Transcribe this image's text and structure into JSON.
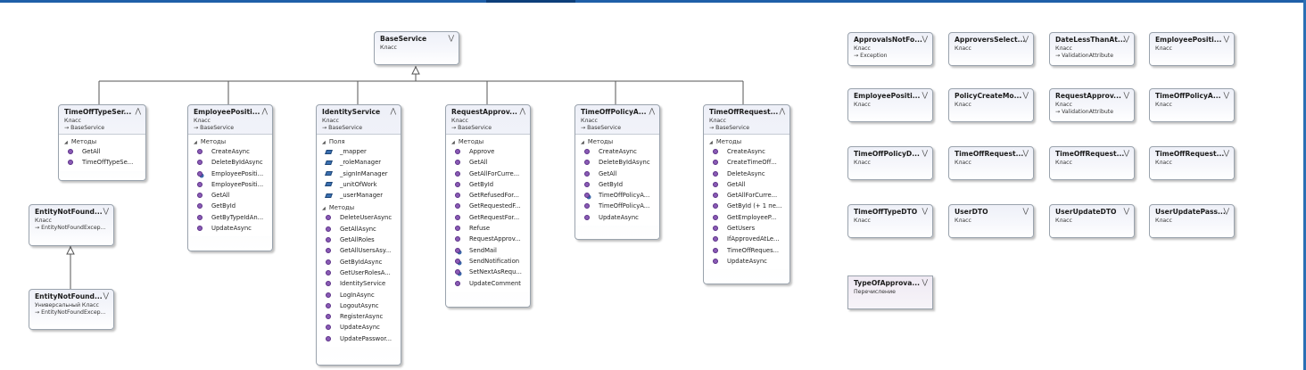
{
  "colors": {
    "accent": "#1f5fa8",
    "method_icon": "#8a5bb5",
    "field_icon": "#3a6fb0"
  },
  "icons": {
    "collapse": "chevron-double-up-icon",
    "expand": "chevron-double-down-icon",
    "method": "method-icon",
    "field": "field-icon"
  },
  "classes": {
    "base_service": {
      "title": "BaseService",
      "kind": "Класс"
    },
    "time_off_type_service": {
      "title": "TimeOffTypeSer...",
      "kind": "Класс",
      "base": "BaseService",
      "sections": [
        {
          "label": "Методы",
          "members": [
            {
              "name": "GetAll",
              "icon": "method"
            },
            {
              "name": "TimeOffTypeSe...",
              "icon": "method"
            }
          ]
        }
      ]
    },
    "employee_position_service": {
      "title": "EmployeePositi...",
      "kind": "Класс",
      "base": "BaseService",
      "sections": [
        {
          "label": "Методы",
          "members": [
            {
              "name": "CreateAsync",
              "icon": "method"
            },
            {
              "name": "DeleteByIdAsync",
              "icon": "method"
            },
            {
              "name": "EmployeePositi...",
              "icon": "method-protected"
            },
            {
              "name": "EmployeePositi...",
              "icon": "method"
            },
            {
              "name": "GetAll",
              "icon": "method"
            },
            {
              "name": "GetById",
              "icon": "method"
            },
            {
              "name": "GetByTypeIdAn...",
              "icon": "method"
            },
            {
              "name": "UpdateAsync",
              "icon": "method"
            }
          ]
        }
      ]
    },
    "identity_service": {
      "title": "IdentityService",
      "kind": "Класс",
      "base": "BaseService",
      "sections": [
        {
          "label": "Поля",
          "members": [
            {
              "name": "_mapper",
              "icon": "field"
            },
            {
              "name": "_roleManager",
              "icon": "field"
            },
            {
              "name": "_signInManager",
              "icon": "field"
            },
            {
              "name": "_unitOfWork",
              "icon": "field"
            },
            {
              "name": "_userManager",
              "icon": "field"
            }
          ]
        },
        {
          "label": "Методы",
          "members": [
            {
              "name": "DeleteUserAsync",
              "icon": "method"
            },
            {
              "name": "GetAllAsync",
              "icon": "method"
            },
            {
              "name": "GetAllRoles",
              "icon": "method"
            },
            {
              "name": "GetAllUsersAsy...",
              "icon": "method"
            },
            {
              "name": "GetByIdAsync",
              "icon": "method"
            },
            {
              "name": "GetUserRolesA...",
              "icon": "method"
            },
            {
              "name": "IdentityService",
              "icon": "method"
            },
            {
              "name": "LogInAsync",
              "icon": "method"
            },
            {
              "name": "LogoutAsync",
              "icon": "method"
            },
            {
              "name": "RegisterAsync",
              "icon": "method"
            },
            {
              "name": "UpdateAsync",
              "icon": "method"
            },
            {
              "name": "UpdatePasswor...",
              "icon": "method"
            }
          ]
        }
      ]
    },
    "request_approval_service": {
      "title": "RequestApprov...",
      "kind": "Класс",
      "base": "BaseService",
      "sections": [
        {
          "label": "Методы",
          "members": [
            {
              "name": "Approve",
              "icon": "method"
            },
            {
              "name": "GetAll",
              "icon": "method"
            },
            {
              "name": "GetAllForCurre...",
              "icon": "method"
            },
            {
              "name": "GetById",
              "icon": "method"
            },
            {
              "name": "GetRefusedFor...",
              "icon": "method"
            },
            {
              "name": "GetRequestedF...",
              "icon": "method"
            },
            {
              "name": "GetRequestFor...",
              "icon": "method"
            },
            {
              "name": "Refuse",
              "icon": "method"
            },
            {
              "name": "RequestApprov...",
              "icon": "method"
            },
            {
              "name": "SendMail",
              "icon": "method-protected"
            },
            {
              "name": "SendNotification",
              "icon": "method-protected"
            },
            {
              "name": "SetNextAsRequ...",
              "icon": "method-protected"
            },
            {
              "name": "UpdateComment",
              "icon": "method"
            }
          ]
        }
      ]
    },
    "time_off_policy_service": {
      "title": "TimeOffPolicyA...",
      "kind": "Класс",
      "base": "BaseService",
      "sections": [
        {
          "label": "Методы",
          "members": [
            {
              "name": "CreateAsync",
              "icon": "method"
            },
            {
              "name": "DeleteByIdAsync",
              "icon": "method"
            },
            {
              "name": "GetAll",
              "icon": "method"
            },
            {
              "name": "GetById",
              "icon": "method"
            },
            {
              "name": "TimeOffPolicyA...",
              "icon": "method-protected"
            },
            {
              "name": "TimeOffPolicyA...",
              "icon": "method"
            },
            {
              "name": "UpdateAsync",
              "icon": "method"
            }
          ]
        }
      ]
    },
    "time_off_request_service": {
      "title": "TimeOffRequest...",
      "kind": "Класс",
      "base": "BaseService",
      "sections": [
        {
          "label": "Методы",
          "members": [
            {
              "name": "CreateAsync",
              "icon": "method"
            },
            {
              "name": "CreateTimeOff...",
              "icon": "method"
            },
            {
              "name": "DeleteAsync",
              "icon": "method"
            },
            {
              "name": "GetAll",
              "icon": "method"
            },
            {
              "name": "GetAllForCurre...",
              "icon": "method"
            },
            {
              "name": "GetById (+ 1 пе...",
              "icon": "method"
            },
            {
              "name": "GetEmployeeP...",
              "icon": "method"
            },
            {
              "name": "GetUsers",
              "icon": "method"
            },
            {
              "name": "IfApprovedAtLe...",
              "icon": "method"
            },
            {
              "name": "TimeOffReques...",
              "icon": "method"
            },
            {
              "name": "UpdateAsync",
              "icon": "method"
            }
          ]
        }
      ]
    },
    "entity_not_found_attr": {
      "title": "EntityNotFound...",
      "kind": "Класс",
      "base": "EntityNotFoundExcep..."
    },
    "entity_not_found_generic": {
      "title": "EntityNotFound...",
      "kind": "Универсальный Класс",
      "base": "EntityNotFoundExcep..."
    }
  },
  "grid": [
    {
      "title": "ApprovalsNotFo...",
      "kind": "Класс",
      "base": "Exception"
    },
    {
      "title": "ApproversSelect...",
      "kind": "Класс"
    },
    {
      "title": "DateLessThanAt...",
      "kind": "Класс",
      "base": "ValidationAttribute"
    },
    {
      "title": "EmployeePositi...",
      "kind": "Класс"
    },
    {
      "title": "EmployeePositi...",
      "kind": "Класс"
    },
    {
      "title": "PolicyCreateMo...",
      "kind": "Класс"
    },
    {
      "title": "RequestApprov...",
      "kind": "Класс",
      "base": "ValidationAttribute"
    },
    {
      "title": "TimeOffPolicyA...",
      "kind": "Класс"
    },
    {
      "title": "TimeOffPolicyD...",
      "kind": "Класс"
    },
    {
      "title": "TimeOffRequest...",
      "kind": "Класс"
    },
    {
      "title": "TimeOffRequest...",
      "kind": "Класс"
    },
    {
      "title": "TimeOffRequest...",
      "kind": "Класс"
    },
    {
      "title": "TimeOffTypeDTO",
      "kind": "Класс"
    },
    {
      "title": "UserDTO",
      "kind": "Класс"
    },
    {
      "title": "UserUpdateDTO",
      "kind": "Класс"
    },
    {
      "title": "UserUpdatePass...",
      "kind": "Класс"
    }
  ],
  "enum_type_of_approval": {
    "title": "TypeOfApprova...",
    "kind": "Перечисление"
  }
}
